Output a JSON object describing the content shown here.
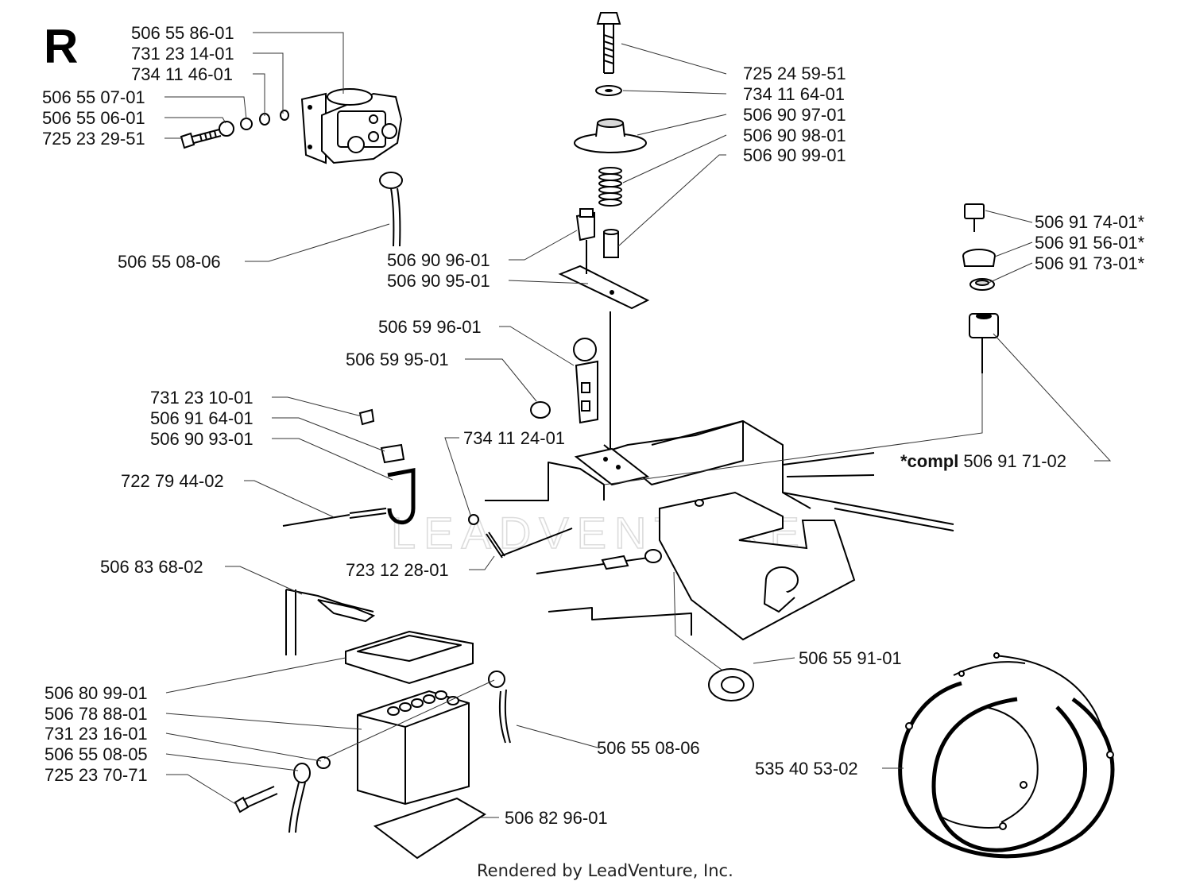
{
  "diagram": {
    "section_letter": "R",
    "footer": "Rendered by LeadVenture, Inc.",
    "watermark": "LEADVENTURE",
    "compl_prefix": "*compl",
    "labels": [
      {
        "id": "p1",
        "text": "506 55 86-01"
      },
      {
        "id": "p2",
        "text": "731 23 14-01"
      },
      {
        "id": "p3",
        "text": "734 11 46-01"
      },
      {
        "id": "p4",
        "text": "506 55 07-01"
      },
      {
        "id": "p5",
        "text": "506 55 06-01"
      },
      {
        "id": "p6",
        "text": "725 23 29-51"
      },
      {
        "id": "p7",
        "text": "506 55 08-06"
      },
      {
        "id": "p8",
        "text": "725 24 59-51"
      },
      {
        "id": "p9",
        "text": "734 11 64-01"
      },
      {
        "id": "p10",
        "text": "506 90 97-01"
      },
      {
        "id": "p11",
        "text": "506 90 98-01"
      },
      {
        "id": "p12",
        "text": "506 90 99-01"
      },
      {
        "id": "p13",
        "text": "506 90 96-01"
      },
      {
        "id": "p14",
        "text": "506 90 95-01"
      },
      {
        "id": "p15",
        "text": "506 91 74-01*"
      },
      {
        "id": "p16",
        "text": "506 91 56-01*"
      },
      {
        "id": "p17",
        "text": "506 91 73-01*"
      },
      {
        "id": "p18",
        "text": "506 59 96-01"
      },
      {
        "id": "p19",
        "text": "506 59 95-01"
      },
      {
        "id": "p20",
        "text": "731 23 10-01"
      },
      {
        "id": "p21",
        "text": "506 91 64-01"
      },
      {
        "id": "p22",
        "text": "506 90 93-01"
      },
      {
        "id": "p23",
        "text": "734 11 24-01"
      },
      {
        "id": "p24",
        "text": "506 91 71-02"
      },
      {
        "id": "p25",
        "text": "722 79 44-02"
      },
      {
        "id": "p26",
        "text": "723 12 28-01"
      },
      {
        "id": "p27",
        "text": "506 83 68-02"
      },
      {
        "id": "p28",
        "text": "506 55 91-01"
      },
      {
        "id": "p29",
        "text": "506 80 99-01"
      },
      {
        "id": "p30",
        "text": "506 78 88-01"
      },
      {
        "id": "p31",
        "text": "731 23 16-01"
      },
      {
        "id": "p32",
        "text": "506 55 08-05"
      },
      {
        "id": "p33",
        "text": "725 23 70-71"
      },
      {
        "id": "p34",
        "text": "506 55 08-06"
      },
      {
        "id": "p35",
        "text": "535 40 53-02"
      },
      {
        "id": "p36",
        "text": "506 82 96-01"
      }
    ]
  }
}
